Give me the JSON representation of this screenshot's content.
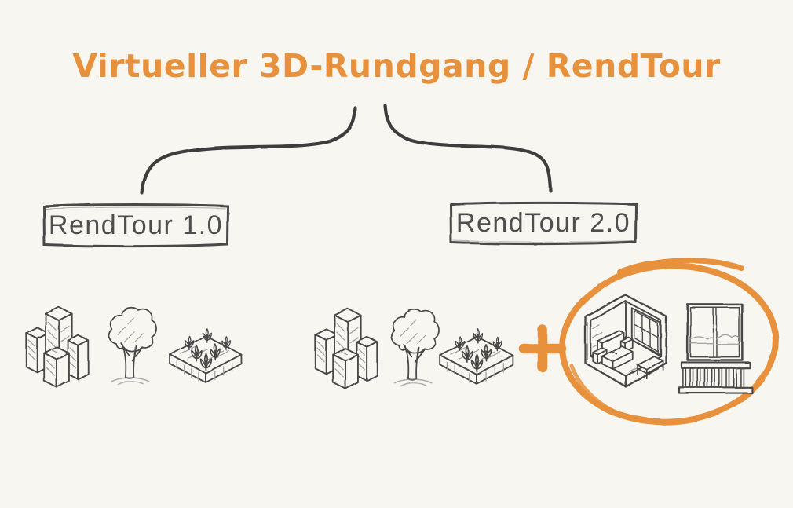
{
  "title": "Virtueller 3D-Rundgang / RendTour",
  "colors": {
    "background": "#F8F6F1",
    "accent": "#E8913C",
    "pencil_ink": "#474747",
    "label_text": "#4E4E4E"
  },
  "connector": "hand-drawn forked lines from title to both boxes",
  "nodes": [
    {
      "label": "RendTour 1.0",
      "icons": [
        {
          "name": "buildings-icon"
        },
        {
          "name": "tree-icon"
        },
        {
          "name": "garden-bed-icon"
        }
      ]
    },
    {
      "label": "RendTour 2.0",
      "plus_symbol": "+",
      "icons": [
        {
          "name": "buildings-icon"
        },
        {
          "name": "tree-icon"
        },
        {
          "name": "garden-bed-icon"
        },
        {
          "name": "plus-icon"
        },
        {
          "name": "room-interior-icon",
          "highlighted": true
        },
        {
          "name": "balcony-icon",
          "highlighted": true
        }
      ],
      "highlight": "hand-drawn orange circle around room-interior-icon and balcony-icon"
    }
  ]
}
